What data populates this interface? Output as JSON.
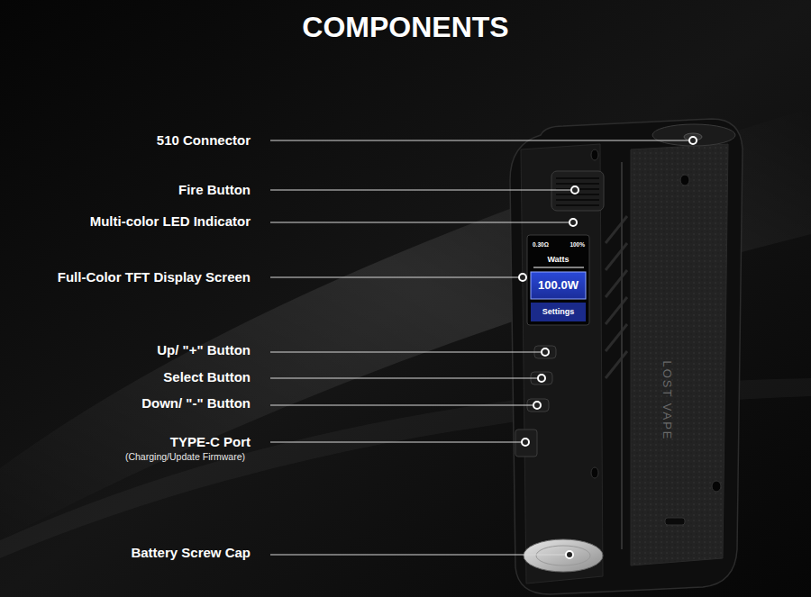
{
  "diagram": {
    "title": "COMPONENTS",
    "labels": [
      "510 Connector",
      "Fire Button",
      "Multi-color LED Indicator",
      "Full-Color TFT Display Screen",
      "Up/ \"+\" Button",
      "Select Button",
      "Down/ \"-\" Button",
      "TYPE-C Port",
      "(Charging/Update Firmware)",
      "Battery Screw Cap",
      "0.30Ω",
      "100%",
      "Watts",
      "100.0W",
      "Settings",
      "LOST VAPE"
    ]
  }
}
